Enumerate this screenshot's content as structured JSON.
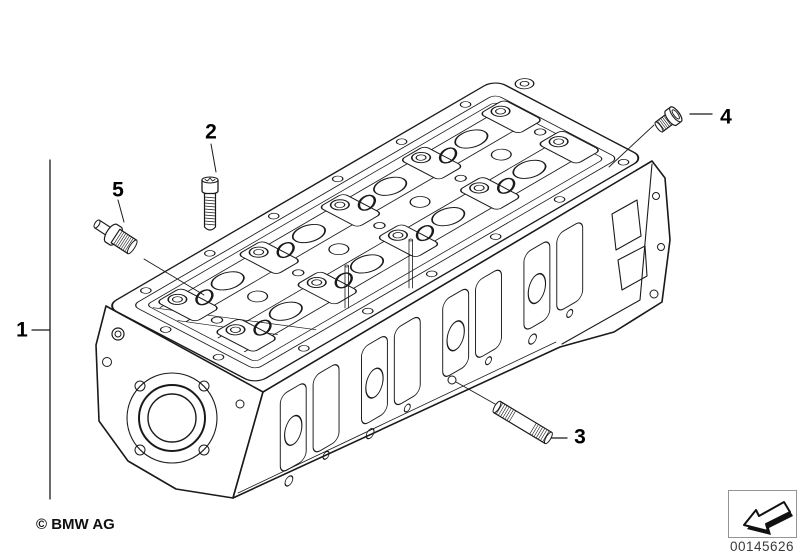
{
  "diagram": {
    "line_color": "#1a1a1a",
    "background": "#ffffff"
  },
  "callouts": [
    {
      "id": 1,
      "label": "1"
    },
    {
      "id": 2,
      "label": "2"
    },
    {
      "id": 3,
      "label": "3"
    },
    {
      "id": 4,
      "label": "4"
    },
    {
      "id": 5,
      "label": "5"
    }
  ],
  "footer": {
    "copyright": "© BMW AG"
  },
  "stamp": {
    "part_number": "00145626",
    "icon": "arrow-down-left-icon"
  }
}
